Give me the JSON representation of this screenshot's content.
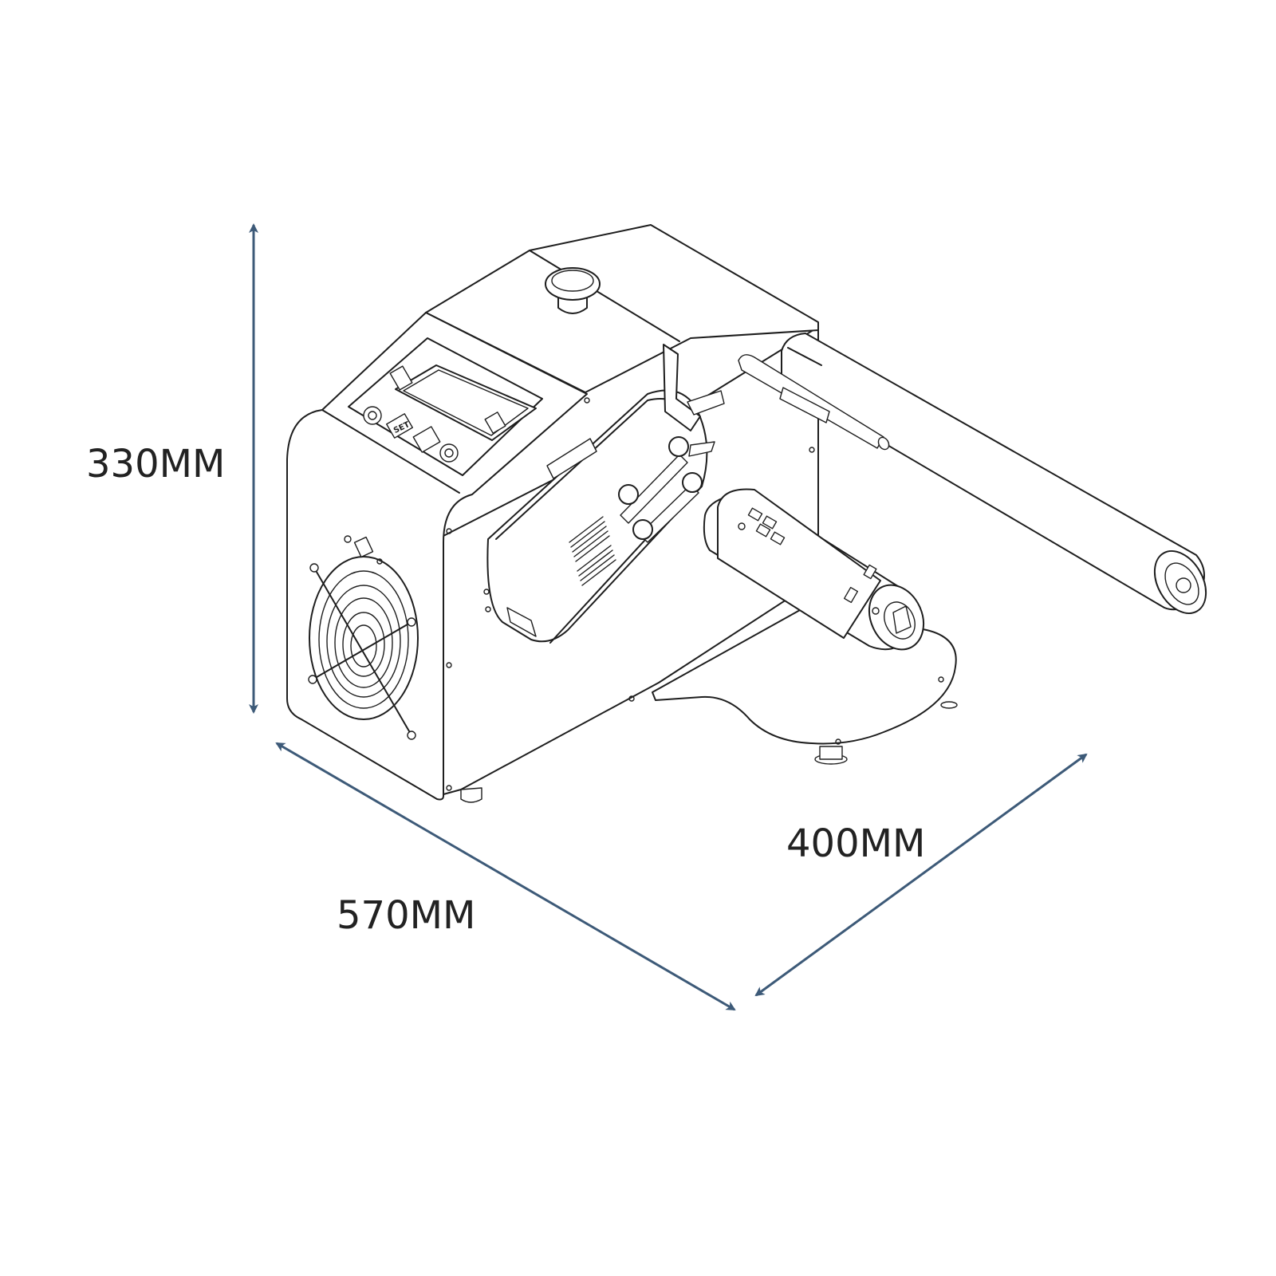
{
  "colors": {
    "dimension_line": "#3d5a78",
    "outline": "#1e1e1e",
    "background": "#ffffff"
  },
  "dimensions": {
    "height": {
      "label": "330MM"
    },
    "length": {
      "label": "570MM"
    },
    "depth": {
      "label": "400MM"
    }
  },
  "control_panel": {
    "set_button_label": "SET"
  }
}
